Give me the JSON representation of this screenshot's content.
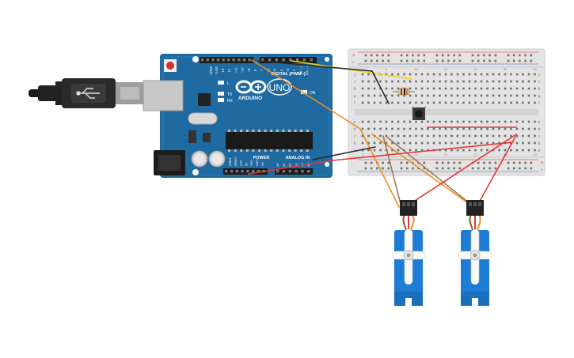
{
  "board": {
    "brand": "ARDUINO",
    "model": "UNO",
    "digital_label": "DIGITAL (PWM~)",
    "power_label": "POWER",
    "analog_label": "ANALOG IN",
    "aref_label": "AREF",
    "gnd_label": "GND",
    "tx_label": "TX",
    "rx_label": "RX",
    "l_label": "L",
    "on_label": "ON",
    "digital_pins": [
      "13",
      "12",
      "~11",
      "~10",
      "~9",
      "8",
      "7",
      "~6",
      "~5",
      "4",
      "~3",
      "2",
      "TX→1",
      "RX←0"
    ],
    "power_pins": [
      "IOREF",
      "RESET",
      "3.3V",
      "5V",
      "GND",
      "GND",
      "Vin"
    ],
    "analog_pins": [
      "A0",
      "A1",
      "A2",
      "A3",
      "A4",
      "A5"
    ]
  },
  "breadboard": {
    "row_letters_top": [
      "j",
      "i",
      "h",
      "g",
      "f"
    ],
    "row_letters_bottom": [
      "e",
      "d",
      "c",
      "b",
      "a"
    ],
    "rail_plus": "+",
    "rail_minus": "-",
    "column_numbers": [
      "1",
      "5",
      "10",
      "15",
      "20",
      "25",
      "30"
    ]
  },
  "colors": {
    "board_blue": "#1f6aa0",
    "wire_red": "#e53935",
    "wire_black": "#2b2b2b",
    "wire_orange": "#f08c1e",
    "wire_yellow": "#f2d21b",
    "wire_brown": "#9c7a55",
    "servo_blue": "#1c7cd6"
  }
}
